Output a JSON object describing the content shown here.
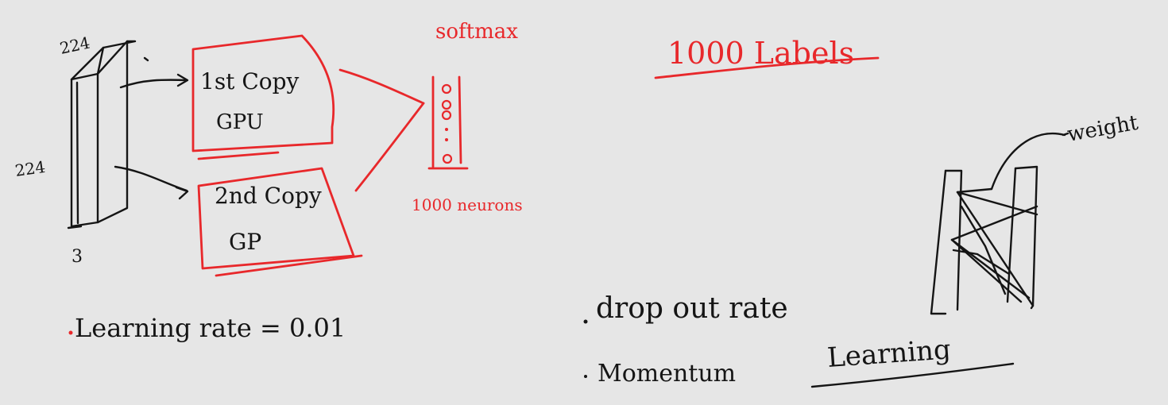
{
  "colors": {
    "background": "#e6e6e6",
    "black_ink": "#151515",
    "red_ink": "#e8282b"
  },
  "input_block": {
    "width_label": "224",
    "height_label": "224",
    "depth_label": "3"
  },
  "gpu_boxes": {
    "first": {
      "line1": "1st Copy",
      "line2": "GPU"
    },
    "second": {
      "line1": "2nd Copy",
      "line2": "GP"
    }
  },
  "softmax": {
    "title": "softmax",
    "nodes": "0 0 ... 0",
    "caption": "1000 neurons"
  },
  "labels_heading": "1000 Labels",
  "weight_label": "weight",
  "notes": {
    "learning_rate": "Learning rate = 0.01",
    "dropout": "drop out rate",
    "momentum": "Momentum",
    "momentum_learning": "Learning"
  }
}
